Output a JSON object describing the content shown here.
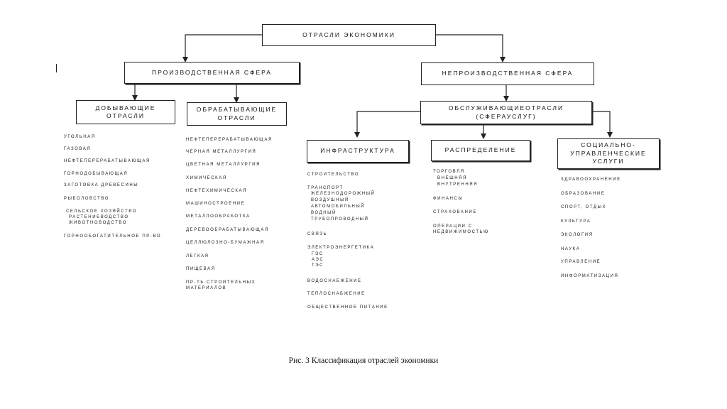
{
  "diagram": {
    "root": "ОТРАСЛИ ЭКОНОМИКИ",
    "production": "ПРОИЗВОДСТВЕННАЯ СФЕРА",
    "nonproduction": "НЕПРОИЗВОДСТВЕННАЯ СФЕРА",
    "extracting": "ДОБЫВАЮЩИЕ ОТРАСЛИ",
    "processing": "ОБРАБАТЫВАЮЩИЕ ОТРАСЛИ",
    "services": "ОБСЛУЖИВАЮЩИЕОТРАСЛИ (СФЕРАУСЛУГ)",
    "infrastructure": "ИНФРАСТРУКТУРА",
    "distribution": "РАСПРЕДЕЛЕНИЕ",
    "social": "СОЦИАЛЬНО-УПРАВЛЕНЧЕСКИЕ УСЛУГИ",
    "extracting_items": [
      "УГОЛЬНАЯ",
      "ГАЗОВАЯ",
      "НЕФТЕПЕРЕРАБАТЫВАЮЩАЯ",
      "ГОРНОДОБЫВАЮЩАЯ",
      "ЗАГОТОВКА ДРЕВЕСИНЫ",
      "РЫБОЛОВСТВО",
      "СЕЛЬСКОЕ ХОЗЯЙСТВО",
      "РАСТЕНИЕВОДСТВО",
      "ЖИВОТНОВОДСТВО",
      "ГОРНООБОГАТИТЕЛЬНОЕ ПР-ВО"
    ],
    "processing_items": [
      "НЕФТЕПЕРЕРАБАТЫВАЮЩАЯ",
      "ЧЕРНАЯ МЕТАЛЛУРГИЯ",
      "ЦВЕТНАЯ МЕТАЛЛУРГИЯ",
      "ХИМИЧЕСКАЯ",
      "НЕФТЕХИМИЧЕСКАЯ",
      "МАШИНОСТРОЕНИЕ",
      "МЕТАЛЛООБРАБОТКА",
      "ДЕРЕВООБРАБАТЫВАЮЩАЯ",
      "ЦЕЛЛЮЛОЗНО-БУМАЖНАЯ",
      "ЛЕГКАЯ",
      "ПИЩЕВАЯ",
      "ПР-ТЬ СТРОИТЕЛЬНЫХ",
      "МАТЕРИАЛОВ"
    ],
    "infrastructure_items": [
      "СТРОИТЕЛЬСТВО",
      "ТРАНСПОРТ",
      "ЖЕЛЕЗНОДОРОЖНЫЙ",
      "ВОЗДУШНЫЙ",
      "АВТОМОБИЛЬНЫЙ",
      "ВОДНЫЙ",
      "ТРУБОПРОВОДНЫЙ",
      "СВЯЗЬ",
      "ЭЛЕКТРОЭНЕРГЕТИКА",
      "ГЭС",
      "АЭС",
      "ТЭС",
      "ВОДОСНАБЖЕНИЕ",
      "ТЕПЛОСНАБЖЕНИЕ",
      "ОБЩЕСТВЕННОЕ ПИТАНИЕ"
    ],
    "distribution_items": [
      "ТОРГОВЛЯ",
      "ВНЕШНЯЯ",
      "ВНУТРЕННЯЯ",
      "ФИНАНСЫ",
      "СТРАХОВАНИЕ",
      "ОПЕРАЦИИ С",
      "НЕДВИЖИМОСТЬЮ"
    ],
    "social_items": [
      "ЗДРАВООХРАНЕНИЕ",
      "ОБРАЗОВАНИЕ",
      "СПОРТ, ОТДЫХ",
      "КУЛЬТУРА",
      "ЭКОЛОГИЯ",
      "НАУКА",
      "УПРАВЛЕНИЕ",
      "ИНФОРМАТИЗАЦИЯ"
    ]
  },
  "caption": "Рис. 3 Классификация отраслей экономики"
}
